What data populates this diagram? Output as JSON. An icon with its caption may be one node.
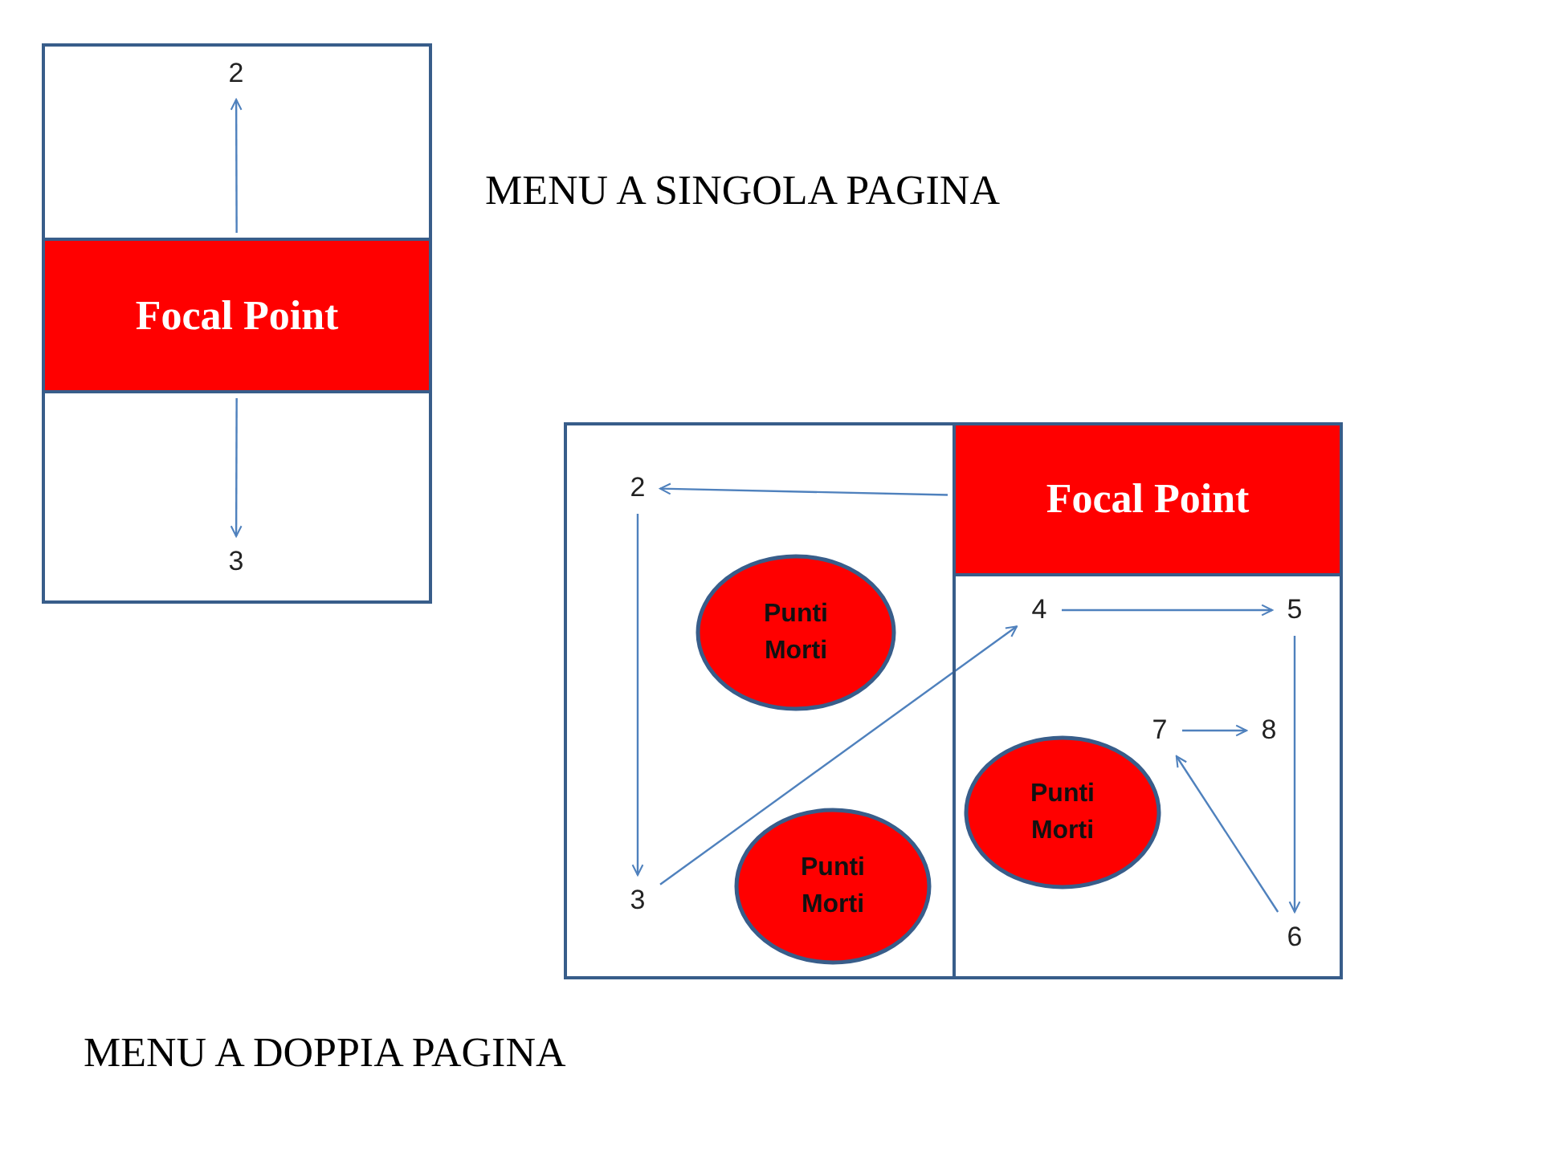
{
  "diagram": {
    "nodes": [
      {
        "text": [],
        "shape": "box"
      },
      {
        "text": [
          "Focal Point"
        ],
        "in": 0
      },
      {
        "text": [
          "2"
        ],
        "in": 0
      },
      {
        "text": [
          "3"
        ],
        "in": 0
      },
      {
        "text": [],
        "shape": "box"
      },
      {
        "text": [],
        "shape": "box"
      },
      {
        "text": [
          "Focal Point"
        ],
        "in": 5
      },
      {
        "text": [
          "2"
        ],
        "in": 4
      },
      {
        "text": [
          "Punti Morti"
        ],
        "in": 4
      },
      {
        "text": [
          "3"
        ],
        "in": 4
      },
      {
        "text": [
          "Punti Morti"
        ],
        "in": 4
      },
      {
        "text": [
          "4"
        ],
        "in": 5
      },
      {
        "text": [
          "5"
        ],
        "in": 5
      },
      {
        "text": [
          "7"
        ],
        "in": 5
      },
      {
        "text": [
          "8"
        ],
        "in": 5
      },
      {
        "text": [
          "Punti Morti"
        ],
        "in": 5
      },
      {
        "text": [
          "6"
        ],
        "in": 5
      }
    ],
    "edges": [
      {
        "from": 1,
        "to": 2,
        "arrow": "to"
      },
      {
        "from": 1,
        "to": 3,
        "arrow": "to"
      },
      {
        "from": 6,
        "to": 7,
        "arrow": "to"
      },
      {
        "from": 7,
        "to": 9,
        "arrow": "to"
      },
      {
        "from": 9,
        "to": 11,
        "arrow": "to"
      },
      {
        "from": 11,
        "to": 12,
        "arrow": "to"
      },
      {
        "from": 12,
        "to": 16,
        "arrow": "to"
      },
      {
        "from": 16,
        "to": 13,
        "arrow": "to"
      },
      {
        "from": 13,
        "to": 14,
        "arrow": "to"
      }
    ],
    "labels": [
      "MENU A SINGOLA PAGINA",
      "MENU A DOPPIA PAGINA"
    ]
  }
}
